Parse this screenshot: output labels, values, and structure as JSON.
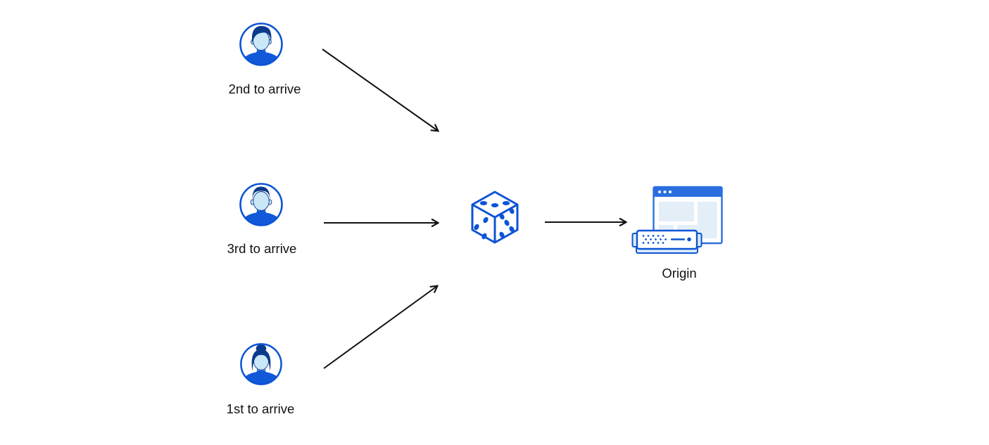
{
  "diagram": {
    "nodes": {
      "user_top": {
        "label": "2nd to arrive",
        "icon": "avatar-man-pompadour-icon"
      },
      "user_middle": {
        "label": "3rd to arrive",
        "icon": "avatar-man-crewcut-icon"
      },
      "user_bottom": {
        "label": "1st to arrive",
        "icon": "avatar-woman-bun-icon"
      },
      "randomizer": {
        "icon": "dice-icon",
        "dice_faces": {
          "top_dots": 3,
          "left_dots": 3,
          "right_dots": 5
        }
      },
      "origin": {
        "label": "Origin",
        "icon": "origin-server-icon"
      }
    },
    "edges": [
      {
        "from": "user_top",
        "to": "randomizer",
        "style": "black-arrow"
      },
      {
        "from": "user_middle",
        "to": "randomizer",
        "style": "black-arrow"
      },
      {
        "from": "user_bottom",
        "to": "randomizer",
        "style": "black-arrow"
      },
      {
        "from": "randomizer",
        "to": "origin",
        "style": "black-arrow"
      }
    ],
    "colors": {
      "primary_blue": "#0C54D6",
      "navy": "#0A3A8C",
      "face_light_blue": "#C9E7F7",
      "shirt_blue": "#1159D9",
      "window_blue": "#2A6EE0",
      "pale_blue": "#E3EEF7",
      "server_light_blue": "#D9EAF8",
      "arrow_black": "#111111",
      "text_black": "#121212",
      "background": "#FFFFFF"
    }
  }
}
